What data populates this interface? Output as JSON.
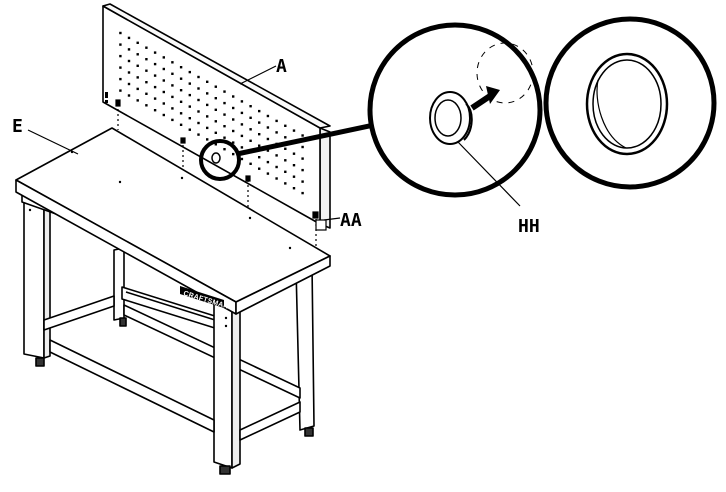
{
  "labels": {
    "panel": "A",
    "bench": "E",
    "screw": "AA",
    "grommet": "HH"
  },
  "brand_plate": "CRAFTSMAN",
  "colors": {
    "line": "#000000",
    "background": "#ffffff"
  }
}
